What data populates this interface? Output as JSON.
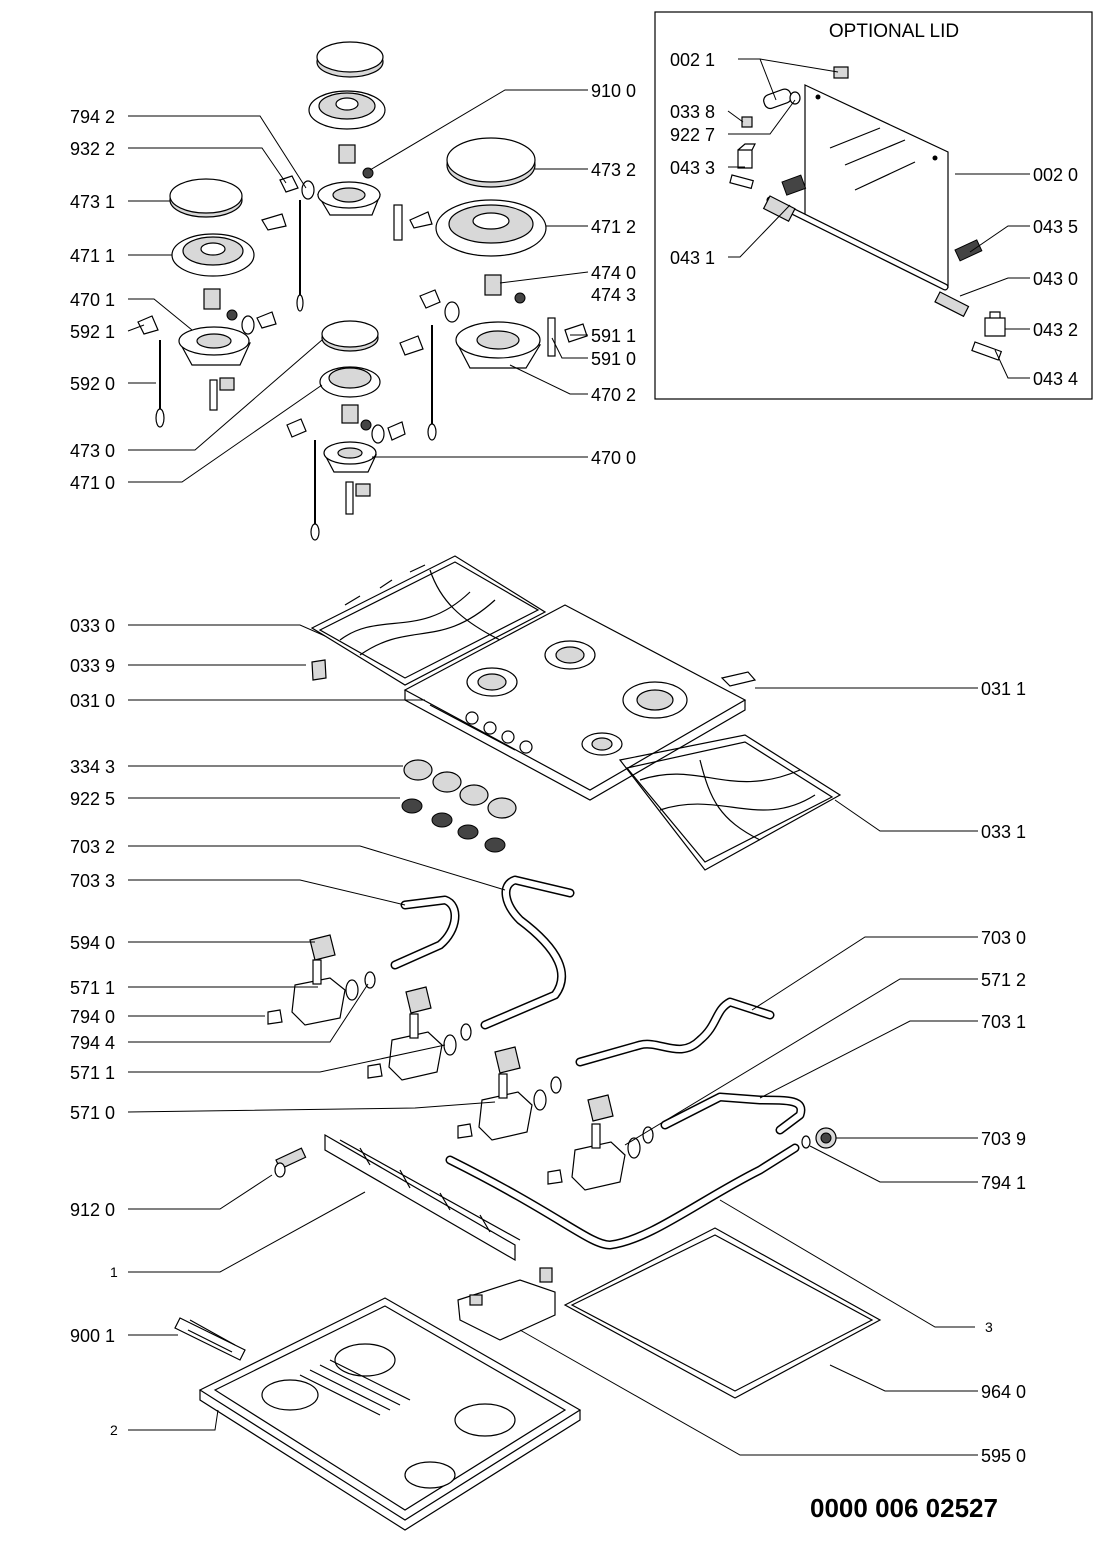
{
  "document_number": "0000 006 02527",
  "optional_lid": {
    "title": "OPTIONAL LID",
    "labels": {
      "l0021": "002 1",
      "l0338": "033 8",
      "l9227": "922 7",
      "l0433": "043 3",
      "l0431": "043 1",
      "l0020": "002 0",
      "l0435": "043 5",
      "l0430": "043 0",
      "l0432": "043 2",
      "l0434": "043 4"
    }
  },
  "burners": {
    "labels": {
      "l7942": "794 2",
      "l9322": "932 2",
      "l4731": "473 1",
      "l4711": "471 1",
      "l4701": "470 1",
      "l5921": "592 1",
      "l5920": "592 0",
      "l4730": "473 0",
      "l4710": "471 0",
      "l9100": "910 0",
      "l4732": "473 2",
      "l4712": "471 2",
      "l4740": "474 0",
      "l4743": "474 3",
      "l5911": "591 1",
      "l5910": "591 0",
      "l4702": "470 2",
      "l4700": "470 0"
    }
  },
  "hob": {
    "labels": {
      "l0330": "033 0",
      "l0339": "033 9",
      "l0310": "031 0",
      "l3343": "334 3",
      "l9225": "922 5",
      "l0311": "031 1",
      "l0331": "033 1"
    }
  },
  "gas": {
    "labels": {
      "l7032": "703 2",
      "l7033": "703 3",
      "l5940": "594 0",
      "l5711a": "571 1",
      "l7940": "794 0",
      "l7944": "794 4",
      "l5711b": "571 1",
      "l5710": "571 0",
      "l7030": "703 0",
      "l5712": "571 2",
      "l7031": "703 1",
      "l7039": "703 9",
      "l7941": "794 1"
    }
  },
  "base": {
    "labels": {
      "l9120": "912 0",
      "l1": "1",
      "l9001": "900 1",
      "l2": "2",
      "l3": "3",
      "l9640": "964 0",
      "l5950": "595 0"
    }
  }
}
